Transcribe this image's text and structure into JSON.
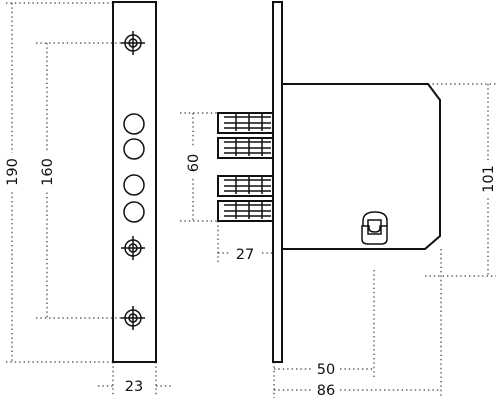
{
  "dimensions": {
    "faceplate_height": "190",
    "screw_spacing": "160",
    "faceplate_width": "23",
    "bolt_span": "60",
    "bolt_projection": "27",
    "body_height": "101",
    "backset": "50",
    "case_depth": "86"
  }
}
